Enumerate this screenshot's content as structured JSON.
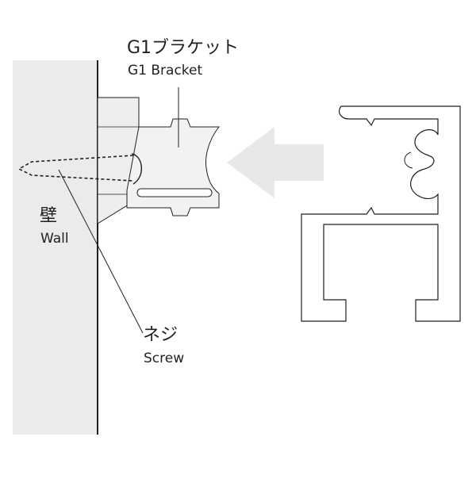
{
  "labels": {
    "bracket": {
      "ja": "G1ブラケット",
      "en": "G1 Bracket"
    },
    "wall": {
      "ja": "壁",
      "en": "Wall"
    },
    "screw": {
      "ja": "ネジ",
      "en": "Screw"
    }
  },
  "colors": {
    "wall_fill": "#ebebeb",
    "part_fill": "#f2f2f2",
    "line": "#231f20",
    "arrow_fill": "#e8e8e8"
  },
  "icons": {
    "arrow": "left-arrow-icon"
  }
}
